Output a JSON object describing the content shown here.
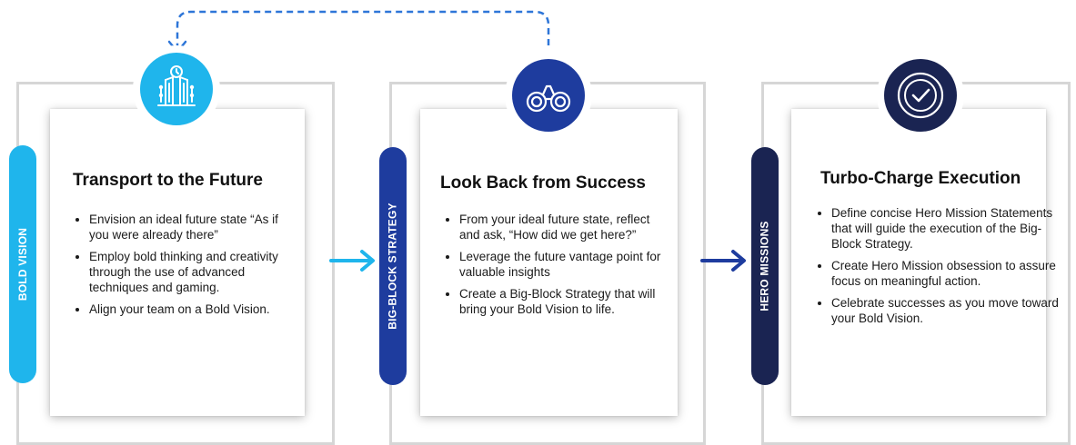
{
  "colors": {
    "light_blue": "#1fb5ec",
    "medium_blue": "#1e3c9e",
    "navy": "#1a2452",
    "dashed_arrow": "#2e76d8",
    "frame_gray": "#d6d6d6"
  },
  "steps": [
    {
      "tab_label": "BOLD VISION",
      "icon": "building-clock-icon",
      "title": "Transport to the Future",
      "bullets": [
        "Envision an ideal future state “As if you were already there”",
        "Employ bold thinking and creativity through the use of advanced techniques and gaming.",
        "Align your team on a Bold Vision."
      ]
    },
    {
      "tab_label": "BIG-BLOCK STRATEGY",
      "icon": "binoculars-icon",
      "title": "Look Back from Success",
      "bullets": [
        "From your ideal future state, reflect and ask, “How did we get here?”",
        "Leverage the future vantage point for valuable insights",
        "Create a Big-Block Strategy that will bring your Bold Vision to life."
      ]
    },
    {
      "tab_label": "HERO MISSIONS",
      "icon": "checkmark-circle-icon",
      "title": "Turbo-Charge Execution",
      "bullets": [
        "Define concise Hero Mission Statements that will guide the execution of the Big-Block Strategy.",
        "Create Hero Mission obsession to assure focus on meaningful action.",
        "Celebrate successes as you move toward your Bold Vision."
      ]
    }
  ]
}
